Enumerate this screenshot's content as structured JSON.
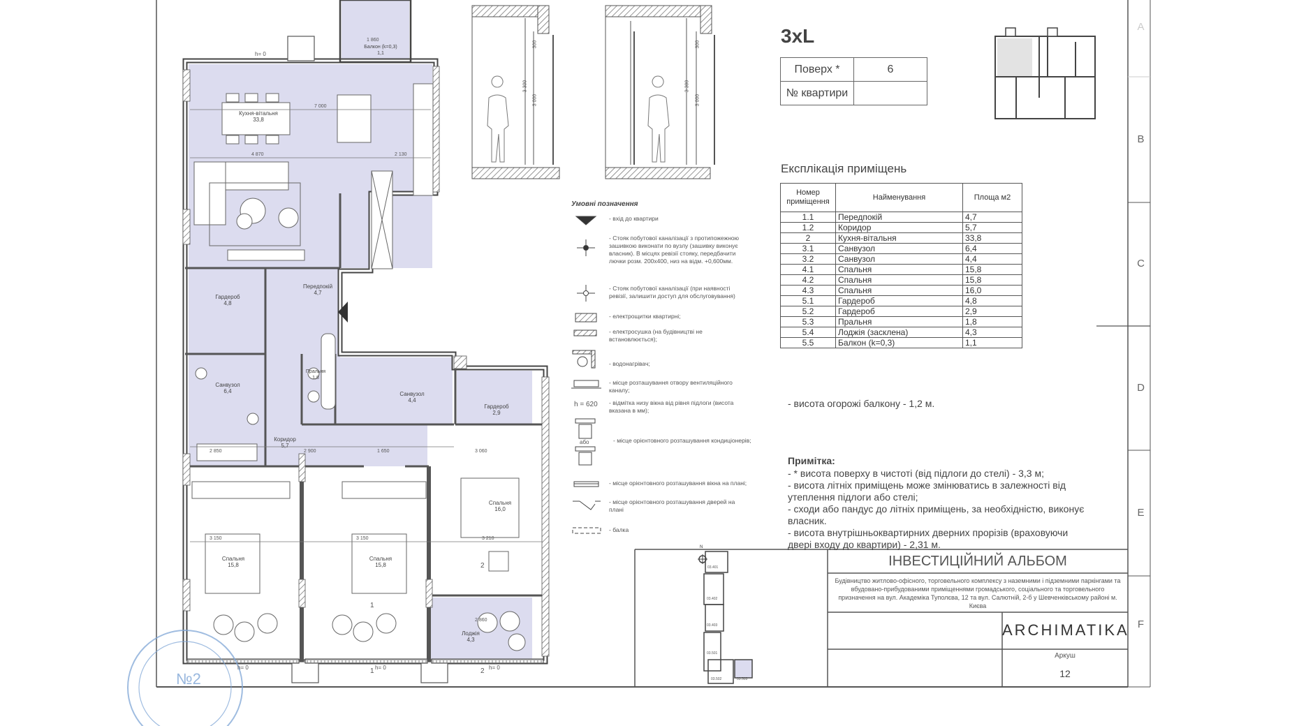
{
  "apartment_type": "3xL",
  "floor_info": {
    "floor_label": "Поверх *",
    "floor_value": "6",
    "apt_no_label": "№ квартири",
    "apt_no_value": ""
  },
  "explication": {
    "title": "Експлікація приміщень",
    "headers": [
      "Номер приміщення",
      "Найменування",
      "Площа м2"
    ],
    "rows": [
      [
        "1.1",
        "Передпокій",
        "4,7"
      ],
      [
        "1.2",
        "Коридор",
        "5,7"
      ],
      [
        "2",
        "Кухня-вітальня",
        "33,8"
      ],
      [
        "3.1",
        "Санвузол",
        "6,4"
      ],
      [
        "3.2",
        "Санвузол",
        "4,4"
      ],
      [
        "4.1",
        "Спальня",
        "15,8"
      ],
      [
        "4.2",
        "Спальня",
        "15,8"
      ],
      [
        "4.3",
        "Спальня",
        "16,0"
      ],
      [
        "5.1",
        "Гардероб",
        "4,8"
      ],
      [
        "5.2",
        "Гардероб",
        "2,9"
      ],
      [
        "5.3",
        "Пральня",
        "1,8"
      ],
      [
        "5.4",
        "Лоджія (засклена)",
        "4,3"
      ],
      [
        "5.5",
        "Балкон (k=0,3)",
        "1,1"
      ]
    ]
  },
  "balcony_note": "- висота огорожі балкону - 1,2 м.",
  "notes": {
    "title": "Примітка:",
    "lines": [
      "- * висота поверху в чистоті (від підлоги до стелі) - 3,3 м;",
      "- висота літніх приміщень може змінюватись в залежності від",
      "утеплення підлоги або стелі;",
      "- сходи або пандус до літніх приміщень, за необхідністю, виконує",
      "власник.",
      "- висота внутрішньоквартирних дверних прорізів (враховуючи",
      "двері входу до квартири) - 2,31 м."
    ]
  },
  "legend": {
    "title": "Умовні позначення",
    "items": [
      {
        "icon": "entrance-triangle-icon",
        "text": "- вхід до квартири"
      },
      {
        "icon": "sewer-riser-filled-icon",
        "text": "- Стояк побутової каналізації з протипожежною зашивкою виконати по вузлу (зашивку виконує власник). В місцях ревізії стояку, передбачити лючки розм. 200х400, низ на відм. +0,600мм."
      },
      {
        "icon": "sewer-riser-open-icon",
        "text": "- Стояк побутової каналізації (при наявності ревізії, залишити доступ для обслуговування)"
      },
      {
        "icon": "electrical-panel-icon",
        "text": "- електрощитки квартирні;"
      },
      {
        "icon": "electric-dryer-icon",
        "text": "- електросушка (на будівництві не встановлюється);"
      },
      {
        "icon": "water-heater-icon",
        "text": "- водонагрівач;"
      },
      {
        "icon": "ventilation-opening-icon",
        "text": "- місце розташування отвору вентиляційного каналу;"
      },
      {
        "icon": "window-height-label",
        "label": "h = 620",
        "text": "- відмітка низу вікна від рівня підлоги (висота вказана в мм);"
      },
      {
        "icon": "air-conditioner-icon",
        "label": "або",
        "text": "- місце орієнтовного розташування кондиціонерів;"
      },
      {
        "icon": "window-icon",
        "text": "- місце орієнтовного розташування вікна на плані;"
      },
      {
        "icon": "door-icon",
        "text": "- місце орієнтовного розташування дверей на плані"
      },
      {
        "icon": "beam-icon",
        "text": "- балка"
      }
    ]
  },
  "plan": {
    "rooms": [
      {
        "name": "Кухня-вітальня",
        "area": "33,8"
      },
      {
        "name": "Гардероб",
        "area": "4,8"
      },
      {
        "name": "Передпокій",
        "area": "4,7"
      },
      {
        "name": "Санвузол",
        "area": "6,4"
      },
      {
        "name": "Пральня",
        "area": "1,8"
      },
      {
        "name": "Санвузол",
        "area": "4,4"
      },
      {
        "name": "Гардероб",
        "area": "2,9"
      },
      {
        "name": "Коридор",
        "area": "5,7"
      },
      {
        "name": "Спальня",
        "area": "15,8"
      },
      {
        "name": "Спальня",
        "area": "15,8"
      },
      {
        "name": "Спальня",
        "area": "16,0"
      },
      {
        "name": "Лоджія",
        "area": "4,3"
      },
      {
        "name": "Балкон (k=0,3)",
        "area": "1,1"
      }
    ],
    "dimensions": [
      "7 000",
      "4 870",
      "2 130",
      "1 860",
      "3 150",
      "3 150",
      "3 210",
      "2 850",
      "2 900",
      "1 650",
      "3 060",
      "2 860"
    ],
    "window_marks": [
      "h= 0",
      "h= 0",
      "h= 0",
      "h= 0"
    ],
    "section_marks": [
      "1",
      "1",
      "2",
      "2"
    ],
    "highlight_color": "#dcdcef"
  },
  "sections": {
    "dims": [
      "3 300",
      "3 000",
      "300"
    ]
  },
  "title_block": {
    "album_title": "ІНВЕСТИЦІЙНИЙ АЛЬБОМ",
    "description": "Будівництво житлово-офісного, торговельного комплексу з наземними і підземними паркінгами та вбудовано-прибудованими приміщеннями громадського, соціального та торговельного призначення на вул. Академіка Туполєва, 12 та вул. Салютній, 2-б у Шевченківському районі м. Києва",
    "logo": "ARCHIMATIKA",
    "sheet_label": "Аркуш",
    "sheet_number": "12",
    "key_plan_labels": [
      "03.401",
      "03.402",
      "03.403",
      "03.501",
      "03.502",
      "03.503"
    ],
    "north_label": "N"
  },
  "grid_letters": [
    "A",
    "B",
    "C",
    "D",
    "E",
    "F"
  ],
  "stamp": {
    "text": "№2",
    "color": "#7fa6d6"
  }
}
